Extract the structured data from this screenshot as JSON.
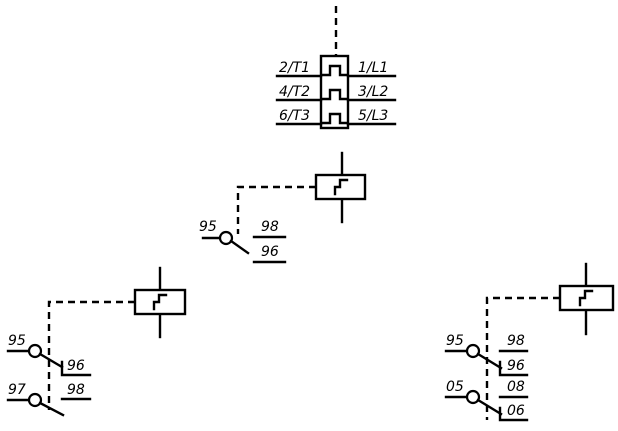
{
  "diagram": {
    "breaker": {
      "left_terminals": [
        "2/T1",
        "4/T2",
        "6/T3"
      ],
      "right_terminals": [
        "1/L1",
        "3/L2",
        "5/L3"
      ]
    },
    "relay_center": {
      "contact_label": "95",
      "terminal_top": "98",
      "terminal_bottom": "96"
    },
    "relay_left": {
      "contact1_label": "95",
      "contact1_terminal": "96",
      "contact2_label": "97",
      "contact2_terminal": "98"
    },
    "relay_right": {
      "contact1_label": "95",
      "contact1_terminal_top": "98",
      "contact1_terminal_bottom": "96",
      "contact2_label": "05",
      "contact2_terminal_top": "08",
      "contact2_terminal_bottom": "06"
    }
  }
}
